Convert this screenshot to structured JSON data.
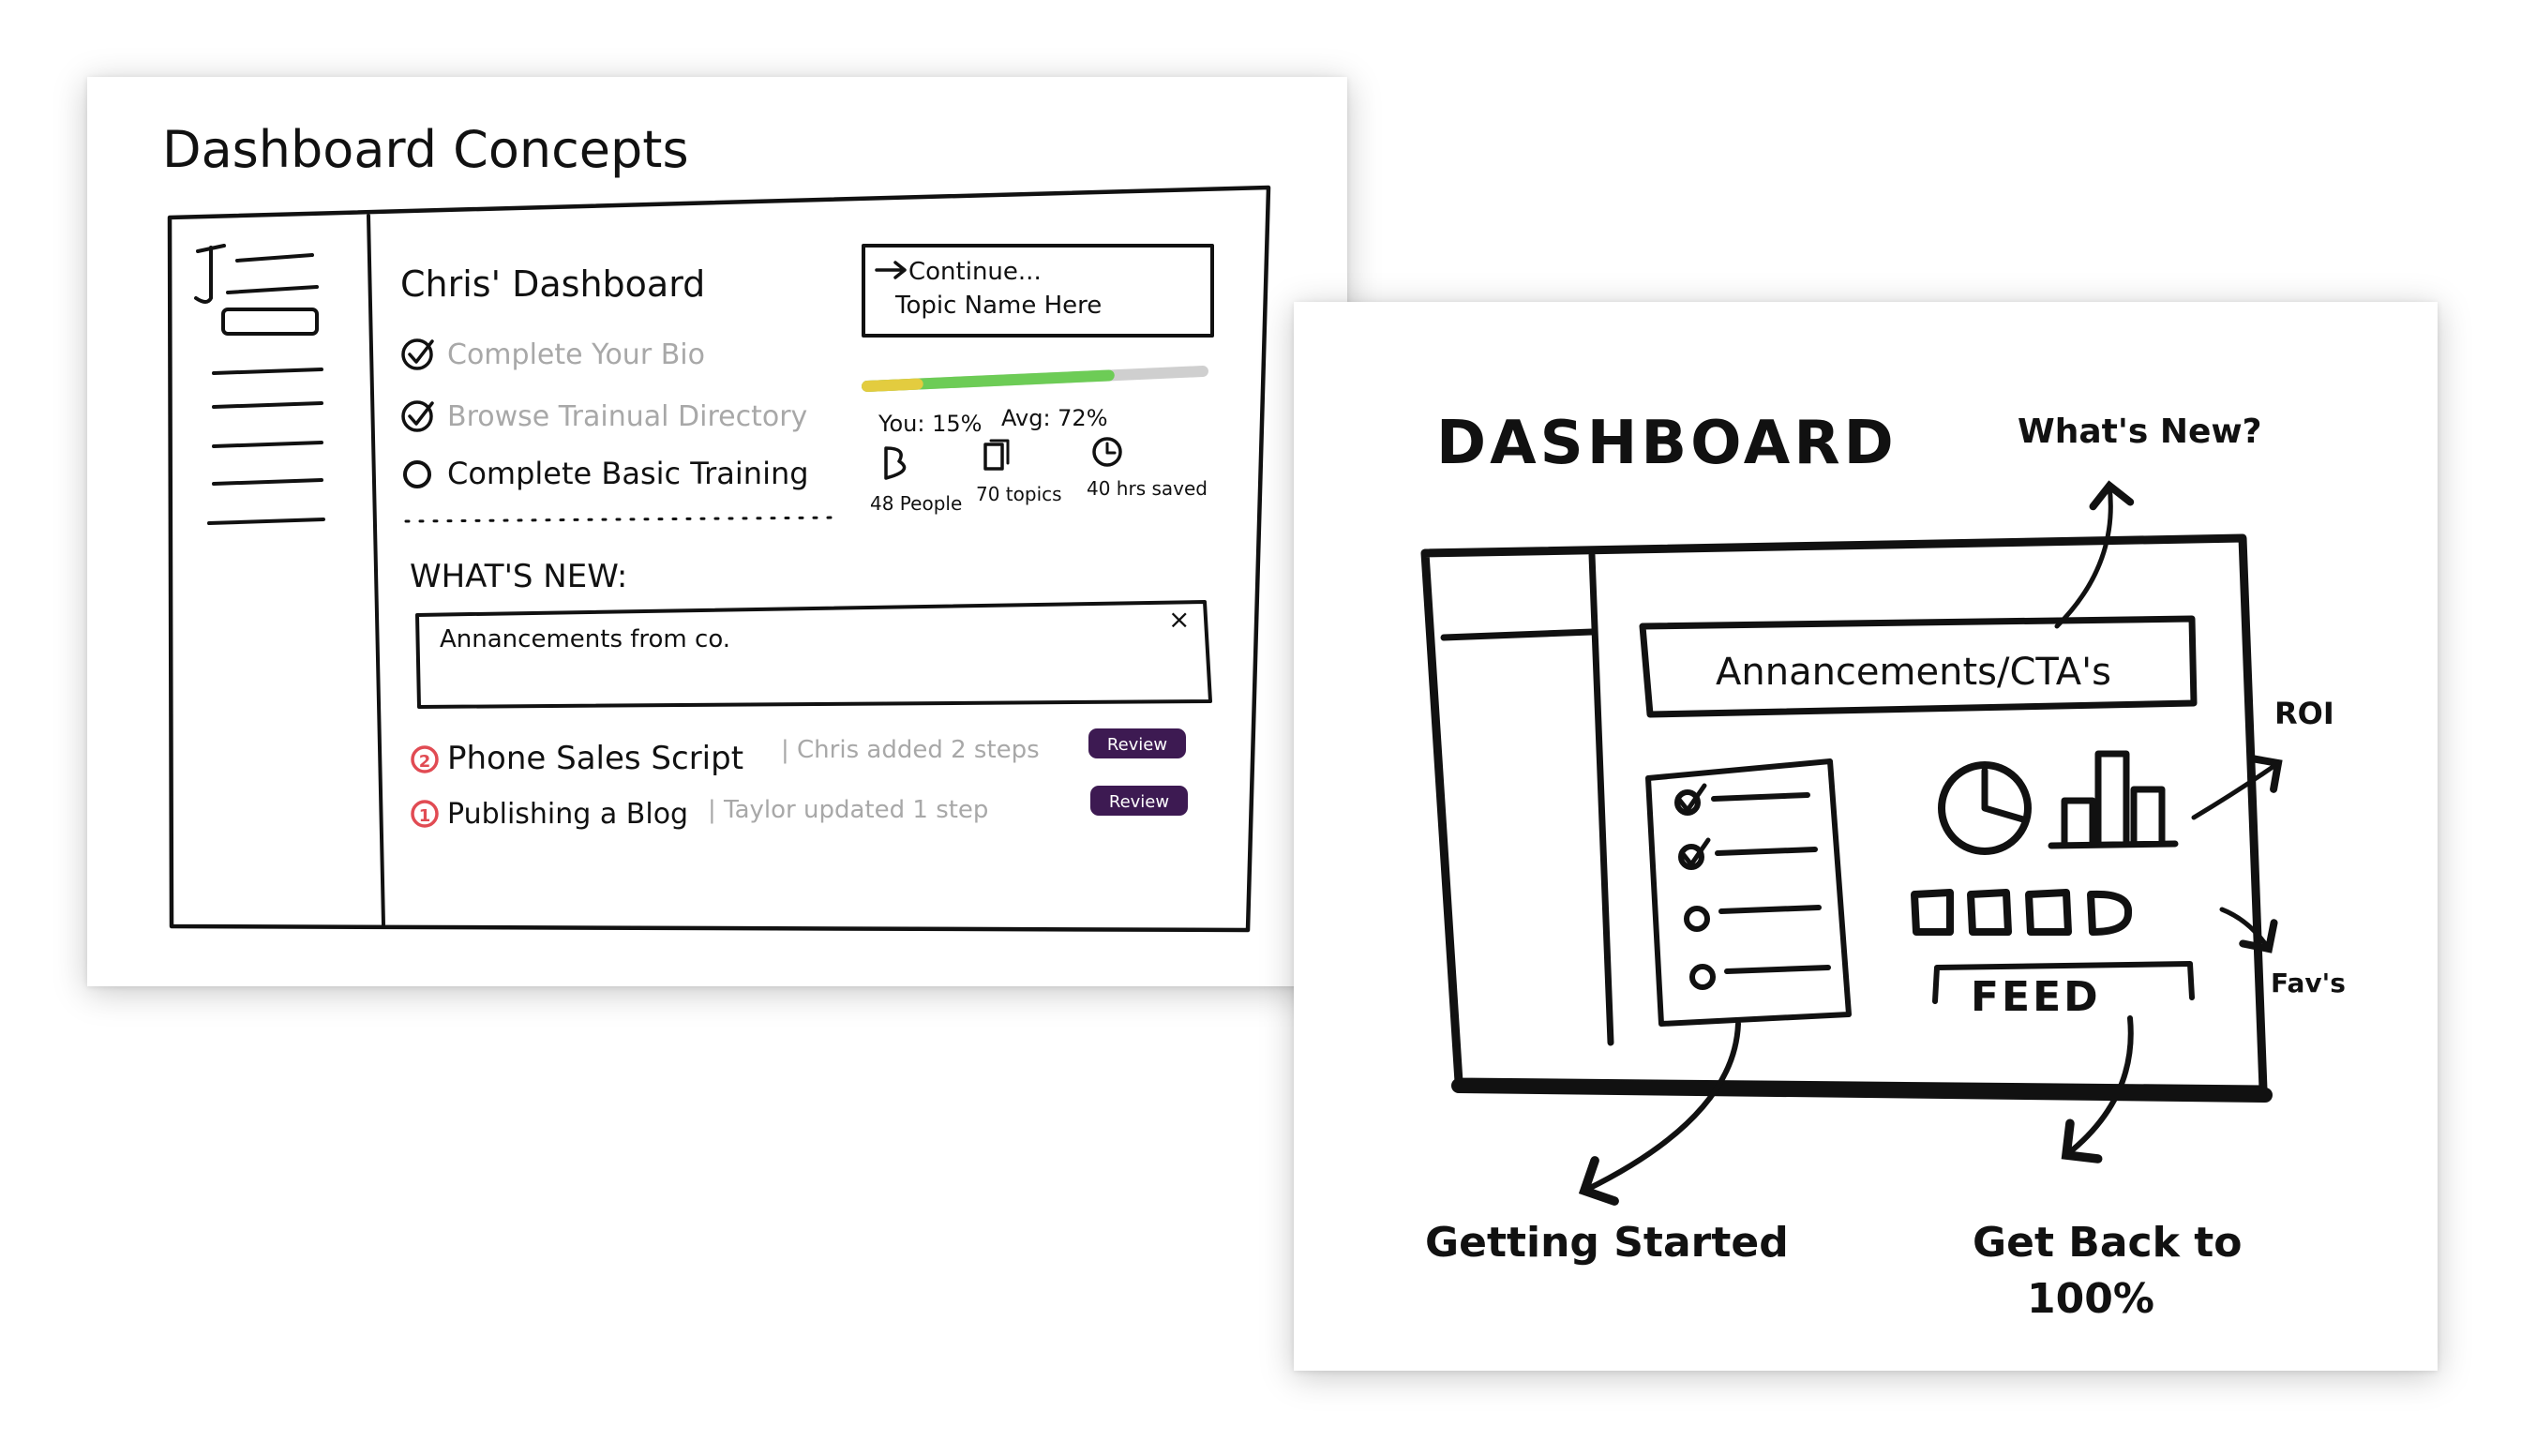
{
  "sketch1": {
    "title": "Dashboard Concepts",
    "dashboard": {
      "heading": "Chris' Dashboard",
      "checklist": [
        {
          "label": "Complete Your Bio",
          "done": true
        },
        {
          "label": "Browse Trainual Directory",
          "done": true
        },
        {
          "label": "Complete Basic Training",
          "done": false
        }
      ],
      "continue_card": {
        "line1": "Continue...",
        "line2": "Topic Name Here"
      },
      "progress": {
        "you_label": "You: 15%",
        "avg_label": "Avg: 72%",
        "you": 0.15,
        "avg": 0.72
      },
      "stats": [
        {
          "icon": "people-icon",
          "label": "48 People"
        },
        {
          "icon": "topics-icon",
          "label": "70 topics"
        },
        {
          "icon": "clock-icon",
          "label": "40 hrs saved"
        }
      ],
      "whats_new_label": "WHAT'S NEW:",
      "announcement": {
        "text": "Annancements from co.",
        "close": "×",
        "color": "#f6d7dc"
      },
      "updates": [
        {
          "badge": "2",
          "title": "Phone Sales Script",
          "detail": "| Chris added 2 steps",
          "action": "Review"
        },
        {
          "badge": "1",
          "title": "Publishing a Blog",
          "detail": "| Taylor updated 1 step",
          "action": "Review"
        }
      ],
      "colors": {
        "badge": "#e14b53",
        "review": "#3d1a52",
        "bar_you": "#e3cc3f",
        "bar_avg": "#6dcc56",
        "bar_track": "#cfcfcf",
        "card": "#fbf2d3"
      }
    }
  },
  "sketch2": {
    "title": "DASHBOARD",
    "frame_label": "Annancements/CTA's",
    "feed_label": "FEED",
    "callouts": {
      "whats_new": "What's New?",
      "roi": "ROI",
      "favs": "Fav's",
      "getting_started": "Getting Started",
      "get_back": [
        "Get Back to",
        "100%"
      ]
    }
  }
}
